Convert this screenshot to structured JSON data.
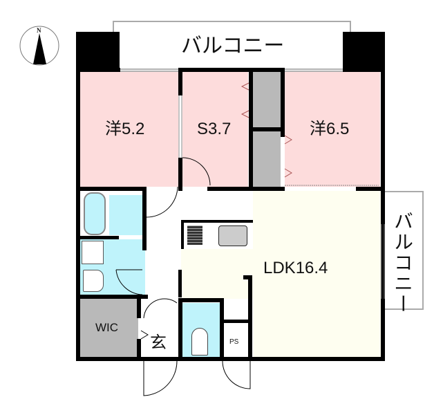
{
  "compass": {
    "label": "N"
  },
  "balcony_top": {
    "label": "バルコニー"
  },
  "balcony_right": {
    "label": "バルコニー"
  },
  "rooms": {
    "western1": {
      "label": "洋5.2"
    },
    "service": {
      "label": "S3.7"
    },
    "western2": {
      "label": "洋6.5"
    },
    "ldk": {
      "label": "LDK16.4"
    },
    "wic": {
      "label": "WIC"
    },
    "entrance": {
      "label": "玄"
    },
    "ps": {
      "label": "PS"
    }
  },
  "colors": {
    "bedroom": "#fddcdc",
    "ldk": "#fefef0",
    "wet": "#bff3fb",
    "storage": "#b9b9b9",
    "wall": "#000000"
  }
}
